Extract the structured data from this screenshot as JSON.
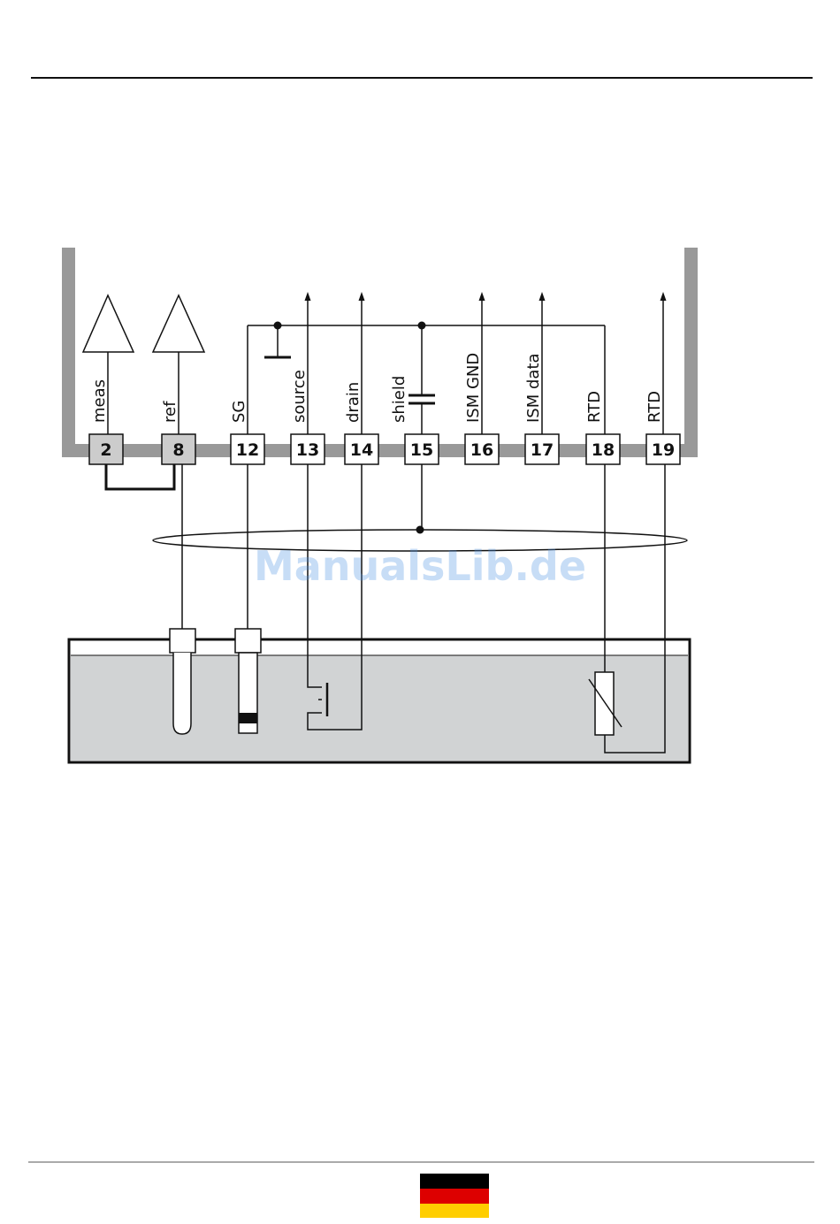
{
  "terminals": [
    {
      "number": "2",
      "label": "meas",
      "fill": "#cccccc"
    },
    {
      "number": "8",
      "label": "ref",
      "fill": "#cccccc"
    },
    {
      "number": "12",
      "label": "SG",
      "fill": "#ffffff"
    },
    {
      "number": "13",
      "label": "source",
      "fill": "#ffffff"
    },
    {
      "number": "14",
      "label": "drain",
      "fill": "#ffffff"
    },
    {
      "number": "15",
      "label": "shield",
      "fill": "#ffffff"
    },
    {
      "number": "16",
      "label": "ISM GND",
      "fill": "#ffffff"
    },
    {
      "number": "17",
      "label": "ISM data",
      "fill": "#ffffff"
    },
    {
      "number": "18",
      "label": "RTD",
      "fill": "#ffffff"
    },
    {
      "number": "19",
      "label": "RTD",
      "fill": "#ffffff"
    }
  ],
  "watermark": "ManualsLib.de",
  "colors": {
    "enclosure": "#999999",
    "liquid": "#d1d3d4",
    "flag_black": "#000000",
    "flag_red": "#dd0000",
    "flag_gold": "#ffce00"
  },
  "icons": {
    "flag": "german-flag-icon",
    "amplifier": "amplifier-triangle-icon",
    "ground": "ground-symbol-icon",
    "capacitor": "capacitor-icon",
    "transistor": "isfet-transistor-icon",
    "rtd": "rtd-sensor-icon"
  }
}
